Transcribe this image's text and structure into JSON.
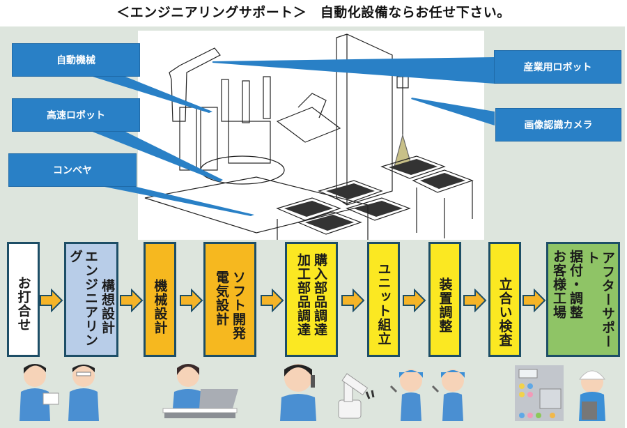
{
  "title": "＜エンジニアリングサポート＞　自動化設備ならお任せ下さい。",
  "callouts": {
    "auto_machine": "自動機械",
    "high_speed_robot": "高速ロボット",
    "conveyor": "コンベヤ",
    "industrial_robot": "産業用ロボット",
    "vision_camera": "画像認識カメラ"
  },
  "colors": {
    "callout": "#2980c6",
    "panel_bg": "#dde5dd",
    "border": "#1d4e66",
    "arrow": "#f5b428",
    "white_box": "#ffffff",
    "blue_box": "#b8cde8",
    "orange_box": "#f6b81f",
    "yellow_box": "#fbe822",
    "green_box": "#8fc466"
  },
  "steps": [
    {
      "lines": [
        "お打合せ"
      ]
    },
    {
      "lines": [
        "構想設計",
        "エンジニアリング"
      ]
    },
    {
      "lines": [
        "機械設計"
      ]
    },
    {
      "lines": [
        "ソフト開発",
        "電気設計"
      ]
    },
    {
      "lines": [
        "購入部品調達",
        "加工部品調達"
      ]
    },
    {
      "lines": [
        "ユニット組立"
      ]
    },
    {
      "lines": [
        "装置調整"
      ]
    },
    {
      "lines": [
        "立合い検査"
      ]
    },
    {
      "lines": [
        "アフターサポート",
        "据付・調整",
        "お客様工場"
      ]
    }
  ],
  "illustrations": [
    "meeting-people",
    "engineer-at-laptop",
    "phone-operator",
    "robot-arm",
    "worker-with-wrench",
    "worker-with-wrench",
    "control-panel-inspector"
  ]
}
